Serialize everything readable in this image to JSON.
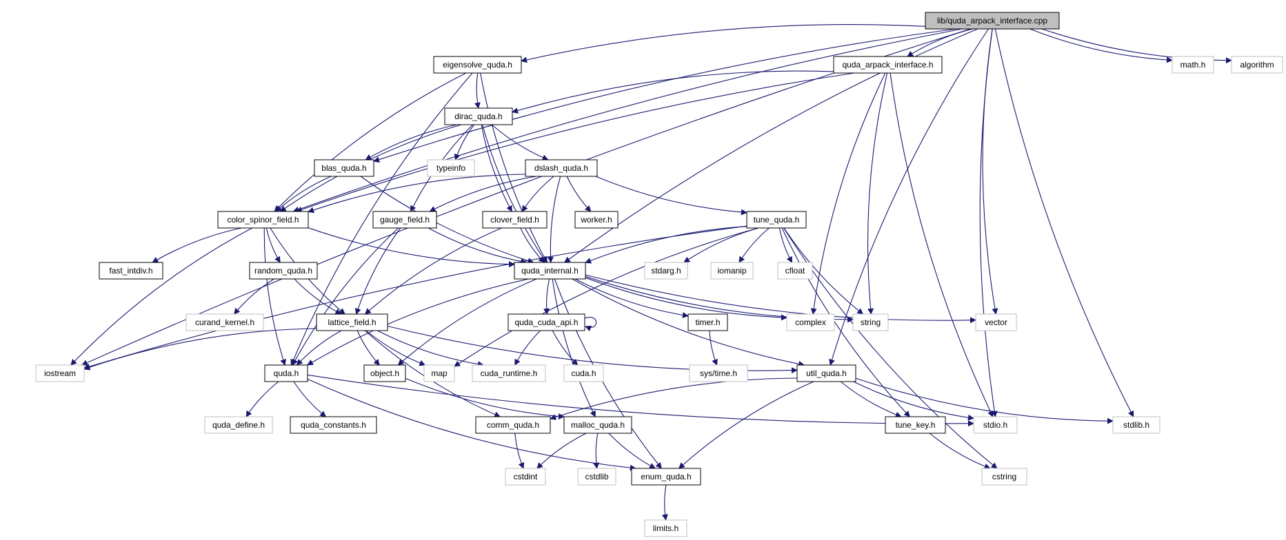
{
  "graph": {
    "colors": {
      "root_fill": "#bfbfbf",
      "root_stroke": "#000000",
      "node_stroke": "#000000",
      "external_stroke": "#bfbfbf",
      "text": "#000000",
      "edge": "#191970"
    },
    "nodes": [
      {
        "id": "root",
        "label": "lib/quda_arpack_interface.cpp",
        "kind": "root"
      },
      {
        "id": "eigensolve",
        "label": "eigensolve_quda.h",
        "kind": "internal"
      },
      {
        "id": "arpack",
        "label": "quda_arpack_interface.h",
        "kind": "internal"
      },
      {
        "id": "math",
        "label": "math.h",
        "kind": "external"
      },
      {
        "id": "algorithm",
        "label": "algorithm",
        "kind": "external"
      },
      {
        "id": "dirac",
        "label": "dirac_quda.h",
        "kind": "internal"
      },
      {
        "id": "blas",
        "label": "blas_quda.h",
        "kind": "internal"
      },
      {
        "id": "typeinfo",
        "label": "typeinfo",
        "kind": "external"
      },
      {
        "id": "dslash",
        "label": "dslash_quda.h",
        "kind": "internal"
      },
      {
        "id": "csf",
        "label": "color_spinor_field.h",
        "kind": "internal"
      },
      {
        "id": "gauge",
        "label": "gauge_field.h",
        "kind": "internal"
      },
      {
        "id": "clover",
        "label": "clover_field.h",
        "kind": "internal"
      },
      {
        "id": "worker",
        "label": "worker.h",
        "kind": "internal"
      },
      {
        "id": "tune",
        "label": "tune_quda.h",
        "kind": "internal"
      },
      {
        "id": "fastintdiv",
        "label": "fast_intdiv.h",
        "kind": "internal"
      },
      {
        "id": "random",
        "label": "random_quda.h",
        "kind": "internal"
      },
      {
        "id": "qinternal",
        "label": "quda_internal.h",
        "kind": "internal"
      },
      {
        "id": "stdarg",
        "label": "stdarg.h",
        "kind": "external"
      },
      {
        "id": "iomanip",
        "label": "iomanip",
        "kind": "external"
      },
      {
        "id": "cfloat",
        "label": "cfloat",
        "kind": "external"
      },
      {
        "id": "curand",
        "label": "curand_kernel.h",
        "kind": "external"
      },
      {
        "id": "lattice",
        "label": "lattice_field.h",
        "kind": "internal"
      },
      {
        "id": "cudaapi",
        "label": "quda_cuda_api.h",
        "kind": "internal"
      },
      {
        "id": "timer",
        "label": "timer.h",
        "kind": "internal"
      },
      {
        "id": "complex",
        "label": "complex",
        "kind": "external"
      },
      {
        "id": "string",
        "label": "string",
        "kind": "external"
      },
      {
        "id": "vector",
        "label": "vector",
        "kind": "external"
      },
      {
        "id": "iostream",
        "label": "iostream",
        "kind": "external"
      },
      {
        "id": "quda",
        "label": "quda.h",
        "kind": "internal"
      },
      {
        "id": "object",
        "label": "object.h",
        "kind": "internal"
      },
      {
        "id": "map",
        "label": "map",
        "kind": "external"
      },
      {
        "id": "cudaruntime",
        "label": "cuda_runtime.h",
        "kind": "external"
      },
      {
        "id": "cudah",
        "label": "cuda.h",
        "kind": "external"
      },
      {
        "id": "systime",
        "label": "sys/time.h",
        "kind": "external"
      },
      {
        "id": "util",
        "label": "util_quda.h",
        "kind": "internal"
      },
      {
        "id": "qdefine",
        "label": "quda_define.h",
        "kind": "external"
      },
      {
        "id": "qconstants",
        "label": "quda_constants.h",
        "kind": "internal"
      },
      {
        "id": "comm",
        "label": "comm_quda.h",
        "kind": "internal"
      },
      {
        "id": "malloc",
        "label": "malloc_quda.h",
        "kind": "internal"
      },
      {
        "id": "stdio",
        "label": "stdio.h",
        "kind": "external"
      },
      {
        "id": "stdlib",
        "label": "stdlib.h",
        "kind": "external"
      },
      {
        "id": "tunekey",
        "label": "tune_key.h",
        "kind": "internal"
      },
      {
        "id": "cstdint",
        "label": "cstdint",
        "kind": "external"
      },
      {
        "id": "cstdlib",
        "label": "cstdlib",
        "kind": "external"
      },
      {
        "id": "enum",
        "label": "enum_quda.h",
        "kind": "internal"
      },
      {
        "id": "cstring",
        "label": "cstring",
        "kind": "external"
      },
      {
        "id": "limits",
        "label": "limits.h",
        "kind": "external"
      }
    ],
    "edges": [
      [
        "root",
        "iostream"
      ],
      [
        "root",
        "eigensolve"
      ],
      [
        "root",
        "arpack"
      ],
      [
        "root",
        "math"
      ],
      [
        "root",
        "algorithm"
      ],
      [
        "root",
        "blas"
      ],
      [
        "root",
        "csf"
      ],
      [
        "root",
        "qinternal"
      ],
      [
        "root",
        "util"
      ],
      [
        "root",
        "vector"
      ],
      [
        "root",
        "stdio"
      ],
      [
        "root",
        "stdlib"
      ],
      [
        "eigensolve",
        "dirac"
      ],
      [
        "eigensolve",
        "csf"
      ],
      [
        "eigensolve",
        "quda"
      ],
      [
        "eigensolve",
        "qinternal"
      ],
      [
        "arpack",
        "dirac"
      ],
      [
        "arpack",
        "csf"
      ],
      [
        "arpack",
        "complex"
      ],
      [
        "arpack",
        "string"
      ],
      [
        "arpack",
        "stdio"
      ],
      [
        "dirac",
        "blas"
      ],
      [
        "dirac",
        "typeinfo"
      ],
      [
        "dirac",
        "dslash"
      ],
      [
        "dirac",
        "csf"
      ],
      [
        "dirac",
        "gauge"
      ],
      [
        "dirac",
        "clover"
      ],
      [
        "dirac",
        "qinternal"
      ],
      [
        "blas",
        "csf"
      ],
      [
        "blas",
        "qinternal"
      ],
      [
        "dslash",
        "csf"
      ],
      [
        "dslash",
        "gauge"
      ],
      [
        "dslash",
        "clover"
      ],
      [
        "dslash",
        "worker"
      ],
      [
        "dslash",
        "tune"
      ],
      [
        "dslash",
        "qinternal"
      ],
      [
        "csf",
        "fastintdiv"
      ],
      [
        "csf",
        "random"
      ],
      [
        "csf",
        "qinternal"
      ],
      [
        "csf",
        "lattice"
      ],
      [
        "csf",
        "iostream"
      ],
      [
        "csf",
        "quda"
      ],
      [
        "gauge",
        "qinternal"
      ],
      [
        "gauge",
        "lattice"
      ],
      [
        "gauge",
        "quda"
      ],
      [
        "clover",
        "qinternal"
      ],
      [
        "clover",
        "lattice"
      ],
      [
        "tune",
        "qinternal"
      ],
      [
        "tune",
        "stdarg"
      ],
      [
        "tune",
        "iomanip"
      ],
      [
        "tune",
        "cfloat"
      ],
      [
        "tune",
        "string"
      ],
      [
        "tune",
        "tunekey"
      ],
      [
        "tune",
        "map"
      ],
      [
        "tune",
        "iostream"
      ],
      [
        "tune",
        "cstring"
      ],
      [
        "random",
        "curand"
      ],
      [
        "random",
        "lattice"
      ],
      [
        "qinternal",
        "cudaapi"
      ],
      [
        "qinternal",
        "timer"
      ],
      [
        "qinternal",
        "complex"
      ],
      [
        "qinternal",
        "string"
      ],
      [
        "qinternal",
        "vector"
      ],
      [
        "qinternal",
        "quda"
      ],
      [
        "qinternal",
        "object"
      ],
      [
        "qinternal",
        "util"
      ],
      [
        "qinternal",
        "malloc"
      ],
      [
        "qinternal",
        "enum"
      ],
      [
        "lattice",
        "quda"
      ],
      [
        "lattice",
        "object"
      ],
      [
        "lattice",
        "map"
      ],
      [
        "lattice",
        "cudaruntime"
      ],
      [
        "lattice",
        "util"
      ],
      [
        "lattice",
        "iostream"
      ],
      [
        "lattice",
        "comm"
      ],
      [
        "cudaapi",
        "cudaapi"
      ],
      [
        "cudaapi",
        "cudaruntime"
      ],
      [
        "cudaapi",
        "cudah"
      ],
      [
        "timer",
        "systime"
      ],
      [
        "quda",
        "qdefine"
      ],
      [
        "quda",
        "qconstants"
      ],
      [
        "quda",
        "enum"
      ],
      [
        "quda",
        "stdio"
      ],
      [
        "object",
        "malloc"
      ],
      [
        "util",
        "comm"
      ],
      [
        "util",
        "tunekey"
      ],
      [
        "util",
        "stdio"
      ],
      [
        "util",
        "stdlib"
      ],
      [
        "util",
        "enum"
      ],
      [
        "comm",
        "cstdint"
      ],
      [
        "malloc",
        "cstdint"
      ],
      [
        "malloc",
        "cstdlib"
      ],
      [
        "malloc",
        "enum"
      ],
      [
        "tunekey",
        "cstring"
      ],
      [
        "enum",
        "limits"
      ]
    ]
  }
}
